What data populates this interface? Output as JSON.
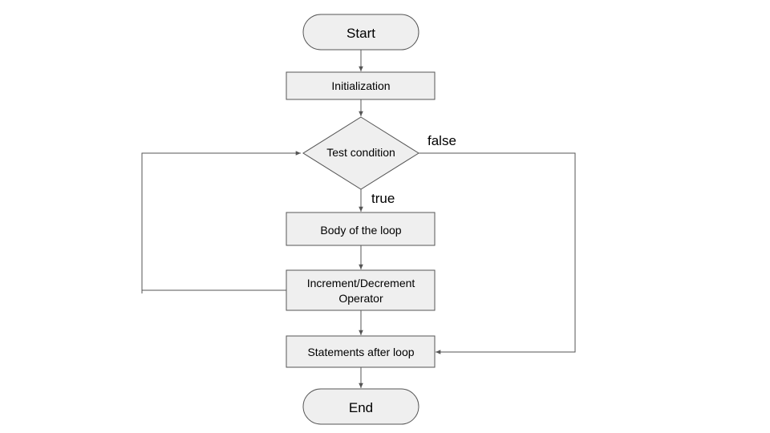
{
  "flowchart": {
    "nodes": {
      "start": {
        "label": "Start",
        "shape": "terminal"
      },
      "init": {
        "label": "Initialization",
        "shape": "process"
      },
      "test": {
        "label": "Test condition",
        "shape": "decision"
      },
      "body": {
        "label": "Body of the loop",
        "shape": "process"
      },
      "incr": {
        "label_line1": "Increment/Decrement",
        "label_line2": "Operator",
        "shape": "process"
      },
      "after": {
        "label": "Statements after loop",
        "shape": "process"
      },
      "end": {
        "label": "End",
        "shape": "terminal"
      }
    },
    "edges": {
      "true_label": "true",
      "false_label": "false"
    }
  },
  "colors": {
    "node_fill": "#efefef",
    "node_stroke": "#555555",
    "line": "#555555",
    "text": "#000000"
  }
}
